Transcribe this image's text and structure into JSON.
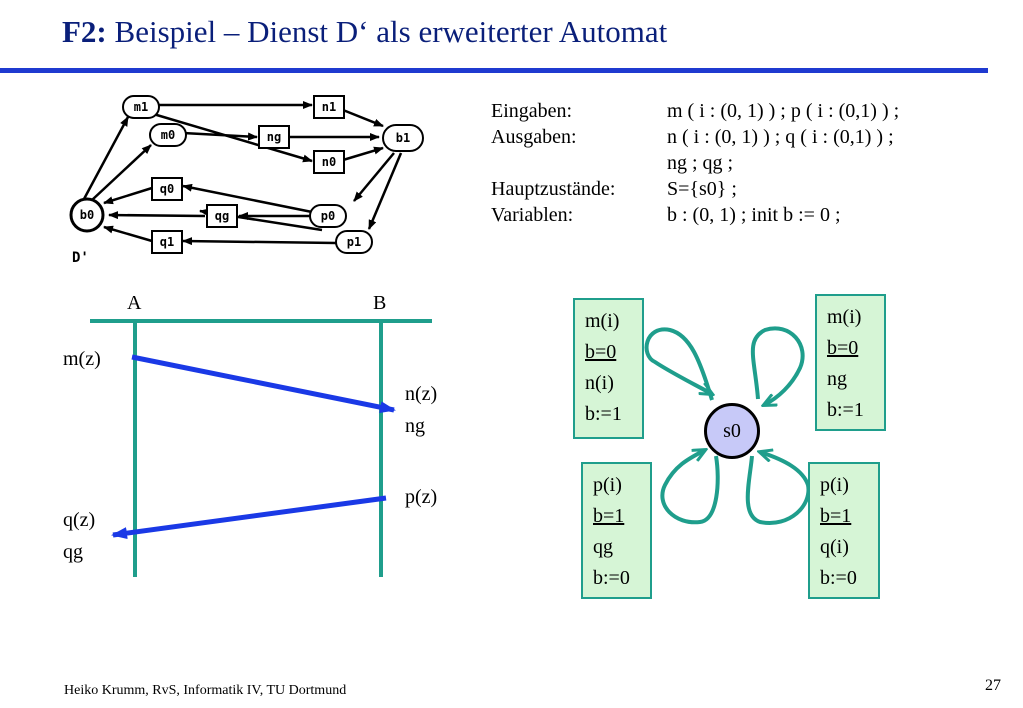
{
  "title": {
    "prefix": "F2:",
    "text": "Beispiel – Dienst D‘ als erweiterter Automat"
  },
  "info": [
    {
      "key": "Eingaben:",
      "value": "m ( i : (0, 1) ) ; p ( i : (0,1) ) ;"
    },
    {
      "key": "Ausgaben:",
      "value": "n ( i : (0, 1) ) ; q ( i : (0,1) ) ;"
    },
    {
      "key": "",
      "value": "ng ; qg ;"
    },
    {
      "key": "Hauptzustände:",
      "value": "S={s0} ;"
    },
    {
      "key": "Variablen:",
      "value": "b : (0, 1) ; init b := 0 ;"
    }
  ],
  "graph": {
    "caption": "D'",
    "nodes": {
      "b0": "b0",
      "m1": "m1",
      "m0": "m0",
      "n1": "n1",
      "ng": "ng",
      "n0": "n0",
      "b1": "b1",
      "q0": "q0",
      "qg": "qg",
      "q1": "q1",
      "p0": "p0",
      "p1": "p1"
    }
  },
  "timeline": {
    "A": "A",
    "B": "B",
    "m": "m(z)",
    "n": "n(z)",
    "ng": "ng",
    "p": "p(z)",
    "q": "q(z)",
    "qg": "qg"
  },
  "automaton": {
    "state": "s0",
    "boxes": {
      "tl": [
        "m(i)",
        "b=0",
        "n(i)",
        "b:=1"
      ],
      "tr": [
        "m(i)",
        "b=0",
        "ng",
        "b:=1"
      ],
      "bl": [
        "p(i)",
        "b=1",
        "qg",
        "b:=0"
      ],
      "br": [
        "p(i)",
        "b=1",
        "q(i)",
        "b:=0"
      ]
    }
  },
  "footer": "Heiko Krumm, RvS, Informatik IV, TU Dortmund",
  "page_number": "27"
}
